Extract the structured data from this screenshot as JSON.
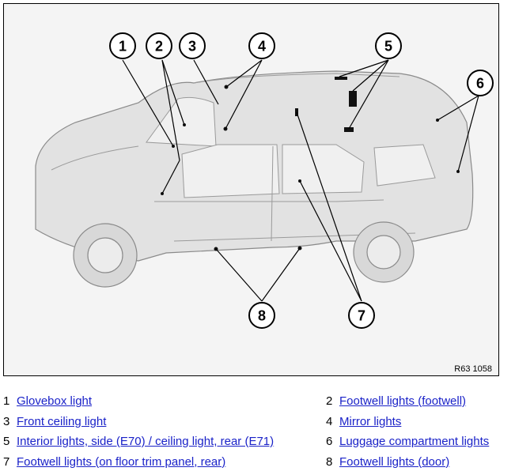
{
  "figure": {
    "ref_code": "R63 1058",
    "callout_numbers": [
      "1",
      "2",
      "3",
      "4",
      "5",
      "6",
      "7",
      "8"
    ]
  },
  "legend": [
    {
      "num": "1",
      "label": "Glovebox light"
    },
    {
      "num": "2",
      "label": "Footwell lights (footwell)"
    },
    {
      "num": "3",
      "label": "Front ceiling light"
    },
    {
      "num": "4",
      "label": "Mirror lights"
    },
    {
      "num": "5",
      "label": "Interior lights, side (E70) / ceiling light, rear (E71)"
    },
    {
      "num": "6",
      "label": "Luggage compartment lights"
    },
    {
      "num": "7",
      "label": "Footwell lights (on floor trim panel, rear)"
    },
    {
      "num": "8",
      "label": "Footwell lights (door)"
    }
  ],
  "colors": {
    "link": "#1a22c8",
    "border": "#000000",
    "background": "#f4f4f4"
  }
}
